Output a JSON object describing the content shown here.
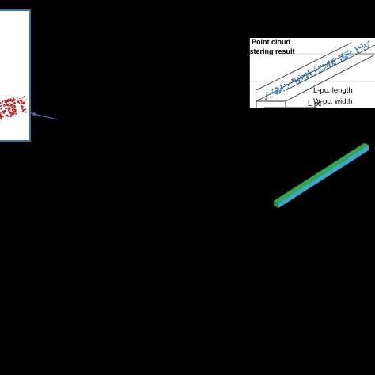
{
  "right_panel": {
    "title_line1": "Point cloud",
    "title_line2": "ustering result",
    "legend_length": "L-pc: length",
    "legend_width": "W-pc: width",
    "dim_label": "L-pc"
  },
  "colors": {
    "background": "#000000",
    "left_frame": "#3a6fb0",
    "left_points": "#c42020",
    "connector_arrow": "#3a6fb0",
    "right_points": "#2e72b8",
    "beam_top": "#2fa84f",
    "beam_side": "#3fa7c9"
  }
}
